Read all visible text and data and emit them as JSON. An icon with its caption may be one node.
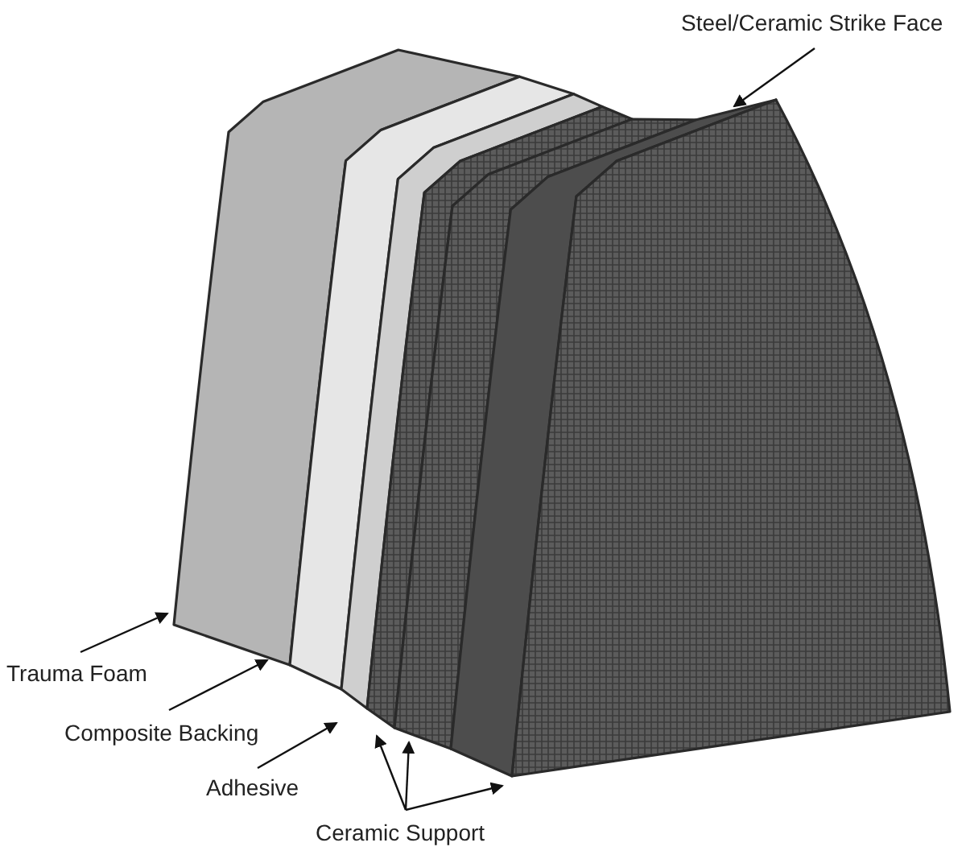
{
  "diagram": {
    "nodes": [
      {
        "text": [
          "Steel/Ceramic Strike Face"
        ]
      },
      {
        "text": [
          "Trauma Foam"
        ]
      },
      {
        "text": [
          "Composite Backing"
        ]
      },
      {
        "text": [
          "Adhesive"
        ]
      },
      {
        "text": [
          "Ceramic Support"
        ]
      },
      {
        "text": [],
        "shape": "picture"
      },
      {
        "text": [],
        "shape": "picture"
      },
      {
        "text": [],
        "shape": "picture"
      },
      {
        "text": [],
        "shape": "picture"
      },
      {
        "text": [],
        "shape": "picture"
      },
      {
        "text": [],
        "shape": "picture"
      },
      {
        "text": [],
        "shape": "picture"
      }
    ],
    "edges": [
      {
        "from": 0,
        "to": 10,
        "arrow": "to"
      },
      {
        "from": 1,
        "to": 5,
        "arrow": "to"
      },
      {
        "from": 2,
        "to": 6,
        "arrow": "to"
      },
      {
        "from": 3,
        "to": 7,
        "arrow": "to"
      },
      {
        "from": 4,
        "to": 8,
        "arrow": "to"
      },
      {
        "from": 4,
        "to": 9,
        "arrow": "to"
      },
      {
        "from": 4,
        "to": 11,
        "arrow": "to"
      }
    ]
  }
}
